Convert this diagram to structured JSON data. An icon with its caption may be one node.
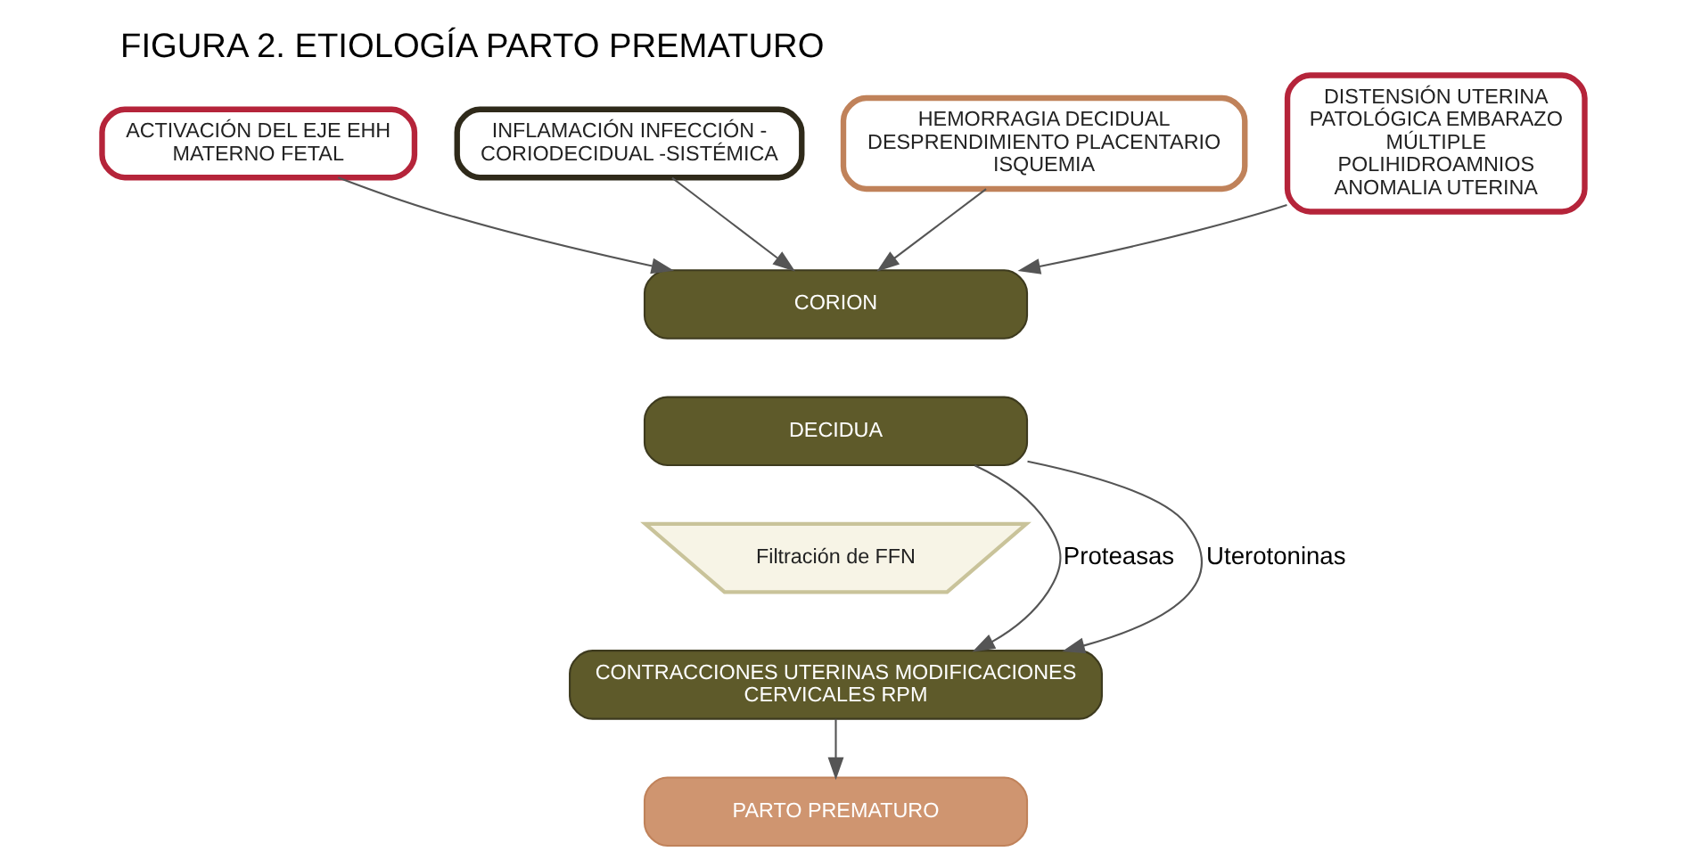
{
  "diagram": {
    "title": "FIGURA 2. ETIOLOGÍA PARTO PREMATURO",
    "nodes": [
      {
        "text": [
          "ACTIVACIÓN DEL EJE EHH MATERNO FETAL"
        ]
      },
      {
        "text": [
          "INFLAMACIÓN INFECCIÓN - CORIODECIDUAL -SISTÉMICA"
        ]
      },
      {
        "text": [
          "HEMORRAGIA DECIDUAL DESPRENDIMIENTO PLACENTARIO ISQUEMIA"
        ]
      },
      {
        "text": [
          "DISTENSIÓN UTERINA PATOLÓGICA EMBARAZO MÚLTIPLE POLIHIDROAMNIOS ANOMALIA UTERINA"
        ]
      },
      {
        "text": [
          "CORION"
        ]
      },
      {
        "text": [
          "DECIDUA"
        ]
      },
      {
        "text": [
          "Filtración de FFN"
        ]
      },
      {
        "text": [
          "CONTRACCIONES UTERINAS MODIFICACIONES CERVICALES RPM"
        ]
      },
      {
        "text": [
          "PARTO PREMATURO"
        ]
      }
    ],
    "edges": [
      {
        "from": 0,
        "to": 4,
        "arrow": "to"
      },
      {
        "from": 1,
        "to": 4,
        "arrow": "to"
      },
      {
        "from": 2,
        "to": 4,
        "arrow": "to"
      },
      {
        "from": 3,
        "to": 4,
        "arrow": "to"
      },
      {
        "from": 5,
        "to": 7,
        "arrow": "to",
        "label": "Proteasas"
      },
      {
        "from": 5,
        "to": 7,
        "arrow": "to",
        "label": "Uterotoninas"
      },
      {
        "from": 7,
        "to": 8,
        "arrow": "to"
      }
    ]
  }
}
